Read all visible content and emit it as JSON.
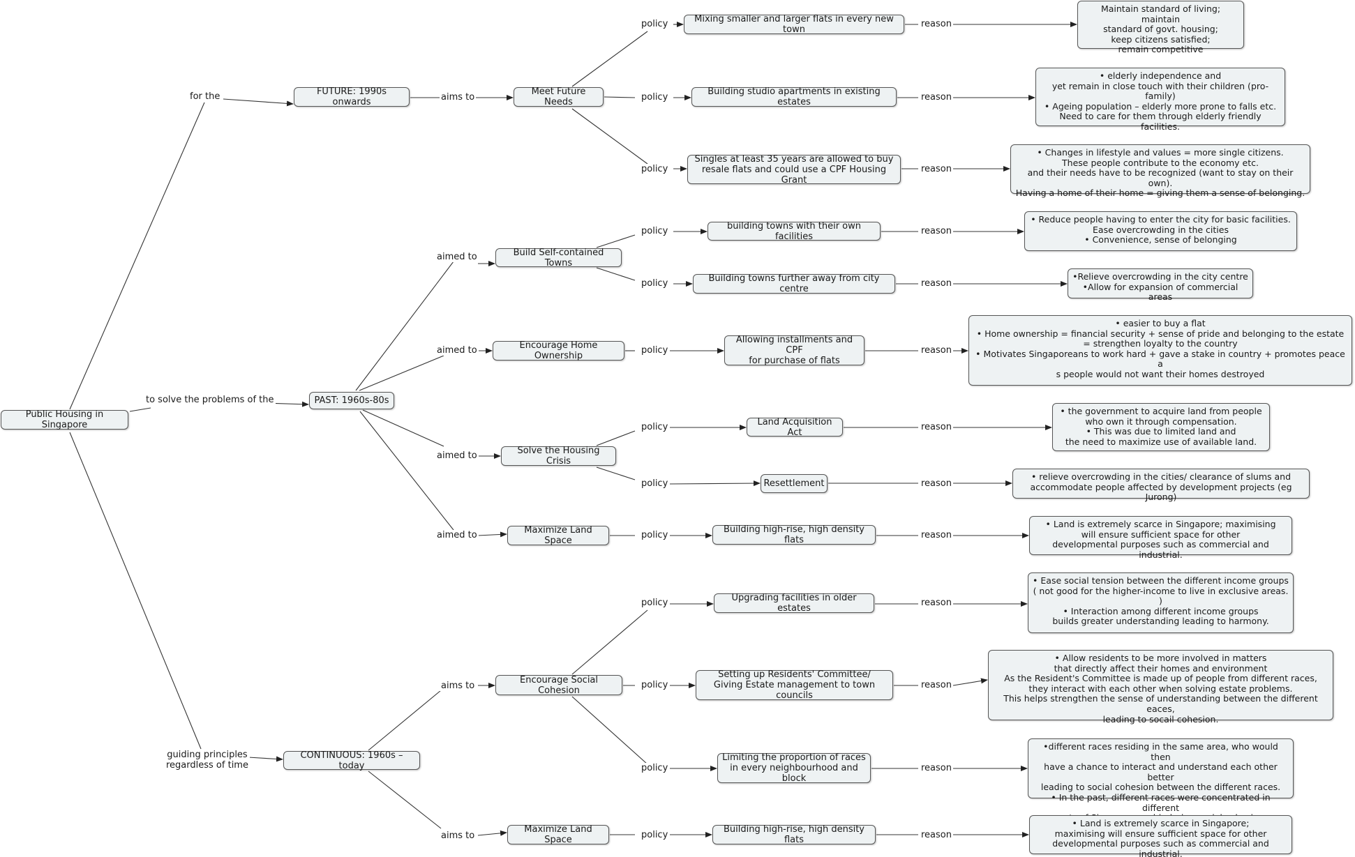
{
  "root": "Public Housing in Singapore",
  "eras": {
    "future": "FUTURE: 1990s onwards",
    "past": "PAST: 1960s-80s",
    "continuous": "CONTINUOUS: 1960s – today"
  },
  "labels": {
    "for_the": "for the",
    "to_solve": "to solve the problems of the",
    "guiding": "guiding principles\nregardless of time",
    "aims_to": "aims to",
    "aimed_to": "aimed to",
    "policy": "policy",
    "reason": "reason"
  },
  "aims": {
    "future_needs": "Meet Future Needs",
    "self_contained": "Build Self-contained Towns",
    "home_ownership": "Encourage Home Ownership",
    "housing_crisis": "Solve the Housing Crisis",
    "land_space_past": "Maximize Land Space",
    "social_cohesion": "Encourage Social Cohesion",
    "land_space_cont": "Maximize Land Space"
  },
  "policies": {
    "p1": "Mixing smaller and larger flats in every new town",
    "p2": "Building studio apartments in existing estates",
    "p3": "Singles at least 35 years are allowed to buy\nresale flats and could use a CPF Housing Grant",
    "p4": "building towns with their own facilities",
    "p5": "Building towns further away from city centre",
    "p6": "Allowing installments and CPF\nfor purchase of flats",
    "p7": "Land Acquisition Act",
    "p8": "Resettlement",
    "p9": "Building high-rise, high density flats",
    "p10": "Upgrading facilities in older estates",
    "p11": "Setting up Residents' Committee/\nGiving Estate management to town councils",
    "p12": "Limiting the proportion of races\nin every neighbourhood and block",
    "p13": "Building high-rise, high density flats"
  },
  "reasons": {
    "r1": "Maintain standard of living; maintain\nstandard of govt. housing;\nkeep citizens satisfied;\nremain competitive",
    "r2": "•    elderly independence and\nyet remain in close touch with their children (pro-family)\n•    Ageing population – elderly more prone to falls etc.\nNeed to care for them through elderly friendly facilities.",
    "r3": "•    Changes in lifestyle and values = more single citizens.\nThese people contribute to the economy etc.\nand their needs have to be recognized (want to stay on their own).\nHaving a home of their home = giving them a sense of belonging.",
    "r4": "•    Reduce people having to enter the city for basic facilities.\nEase overcrowding in the cities\n•    Convenience, sense of belonging",
    "r5": "•Relieve overcrowding in the city centre\n•Allow for expansion of commercial areas",
    "r6": "•    easier to buy a flat\n•    Home ownership = financial security + sense of pride and belonging to the estate\n= strengthen loyalty to the country\n•    Motivates Singaporeans to work hard + gave a stake in country + promotes peace a\ns people would not want their homes destroyed",
    "r7": "•    the government to acquire land from people\nwho own it through compensation.\n•    This was due to limited land and\nthe need to maximize use of available land.",
    "r8": "• relieve overcrowding in the cities/ clearance of slums and\naccommodate people affected by development projects (eg Jurong)",
    "r9": "•    Land is extremely scarce in Singapore; maximising\nwill ensure sufficient space  for other\ndevelopmental purposes such as commercial and industrial.",
    "r10": "•    Ease social tension between the different income groups\n( not good for the higher-income to live in exclusive areas. )\n•    Interaction among different income groups\nbuilds greater understanding leading to harmony.",
    "r11": "•    Allow residents to be more involved in matters\nthat directly affect their homes and environment\nAs the Resident's Committee is made up of people from different races,\nthey interact with each other when solving estate problems.\nThis helps strengthen the sense of understanding between the different eaces,\nleading to socail cohesion.",
    "r12": "•different races residing in the same area, who would then\nhave a chance to interact and understand each other better\nleading to social cohesion between the different races.\n• In the past, different races were concentrated in different\nparts of Singaporeans hindering social cohesion.",
    "r13": "•    Land is extremely scarce in Singapore;\nmaximising will ensure sufficient space  for other\ndevelopmental purposes such as commercial and industrial."
  },
  "colors": {
    "node_fill": "#eef2f3",
    "node_border": "#555555",
    "line": "#333333"
  }
}
